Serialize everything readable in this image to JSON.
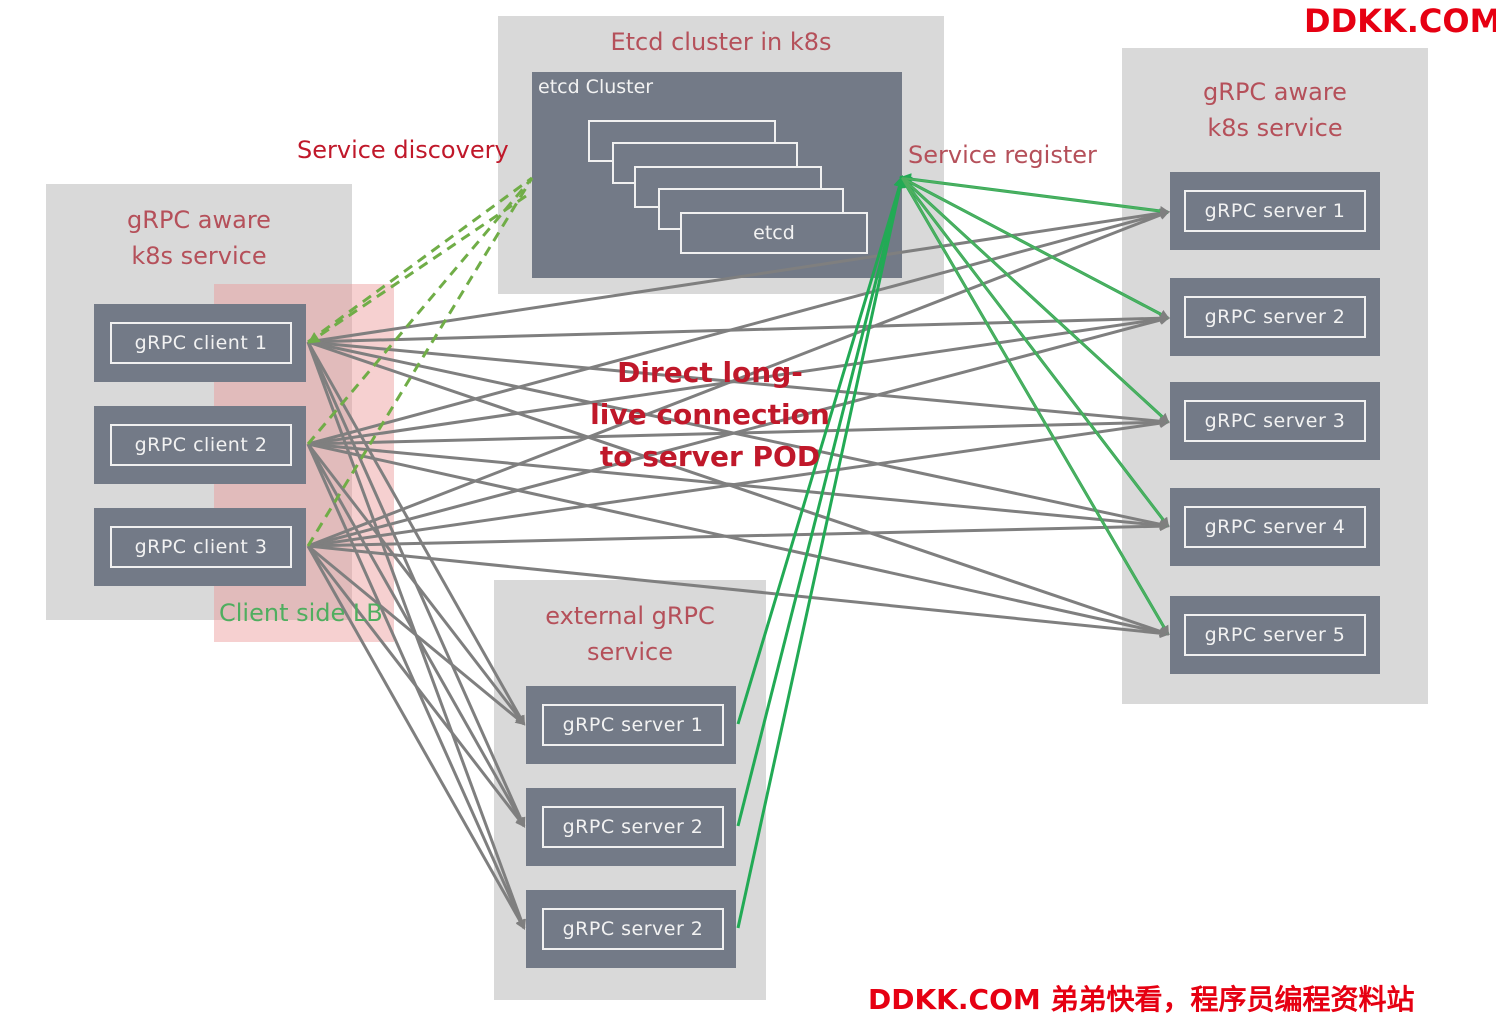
{
  "watermark_top": "DDKK.COM",
  "watermark_bottom": "DDKK.COM 弟弟快看，程序员编程资料站",
  "etcd_panel": {
    "title": "Etcd cluster in k8s",
    "cluster_label": "etcd Cluster",
    "node_label": "etcd"
  },
  "left_panel": {
    "title": "gRPC aware\nk8s service",
    "clients": [
      "gRPC client 1",
      "gRPC client 2",
      "gRPC client 3"
    ]
  },
  "right_panel": {
    "title": "gRPC aware\nk8s service",
    "servers": [
      "gRPC server 1",
      "gRPC server 2",
      "gRPC server 3",
      "gRPC server 4",
      "gRPC server 5"
    ]
  },
  "external_panel": {
    "title": "external gRPC\nservice",
    "servers": [
      "gRPC server 1",
      "gRPC server 2",
      "gRPC server 2"
    ]
  },
  "labels": {
    "service_discovery": "Service discovery",
    "service_register": "Service register",
    "client_side_lb": "Client side LB",
    "direct_connection": "Direct long-\nlive connection\nto server POD"
  },
  "colors": {
    "panel_bg": "#d9d9d9",
    "box_bg": "#737a87",
    "title_red": "#b5505a",
    "label_red": "#c0182a",
    "watermark_red": "#e60012",
    "connection_gray": "#7f7f7f",
    "register_green": "#22aa55",
    "discovery_green": "#70ad47",
    "lb_green": "#4fae5f"
  }
}
